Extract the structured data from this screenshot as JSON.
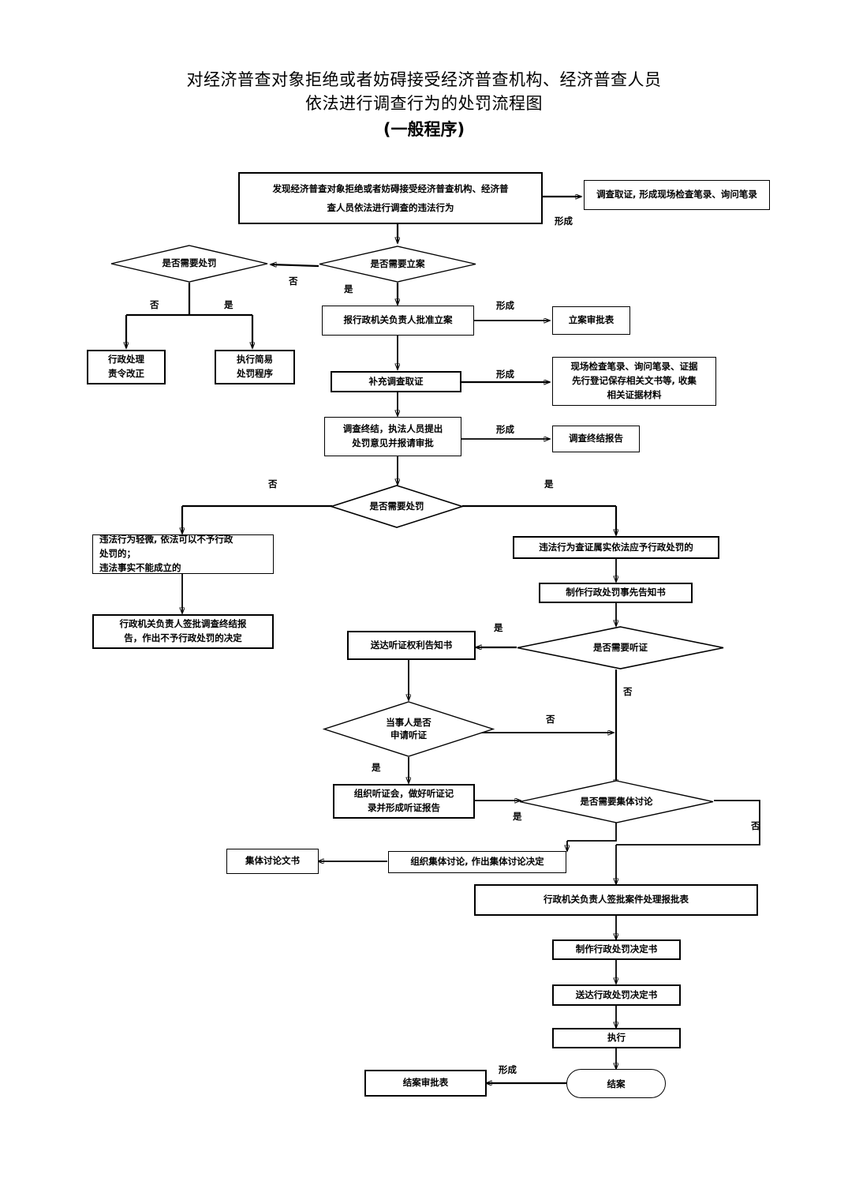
{
  "title": {
    "line1": "对经济普查对象拒绝或者妨碍接受经济普查机构、经济普查人员",
    "line2": "依法进行调查行为的处罚流程图",
    "line3": "(一般程序)"
  },
  "chart_data": {
    "type": "diagram",
    "diagram_kind": "flowchart",
    "title": "对经济普查对象拒绝或者妨碍接受经济普查机构、经济普查人员依法进行调查行为的处罚流程图（一般程序）",
    "orientation": "top-to-bottom"
  },
  "nodes": {
    "start_violation": "发现经济普查对象拒绝或者妨碍接受经济普查机构、经济普\n查人员依法进行调查的违法行为",
    "investigate_evidence": "调查取证, 形成现场检查笔录、询问笔录",
    "need_punish_1": "是否需要处罚",
    "need_filing": "是否需要立案",
    "admin_handle_correct": "行政处理\n责令改正",
    "simple_procedure": "执行简易\n处罚程序",
    "report_approve_filing": "报行政机关负责人批准立案",
    "filing_approval_form": "立案审批表",
    "supplement_investigation": "补充调查取证",
    "evidence_docs": "现场检查笔录、询问笔录、证据\n先行登记保存相关文书等, 收集\n相关证据材料",
    "investigation_end": "调查终结，执法人员提出\n处罚意见并报请审批",
    "investigation_end_report": "调查终结报告",
    "need_punish_2": "是否需要处罚",
    "minor_violation": "违法行为轻微, 依法可以不予行政\n处罚的；\n违法事实不能成立的",
    "no_punish_decision": "行政机关负责人签批调查终结报\n告，作出不予行政处罚的决定",
    "violation_confirmed": "违法行为查证属实依法应予行政处罚的",
    "make_prior_notice": "制作行政处罚事先告知书",
    "deliver_hearing_notice": "送达听证权利告知书",
    "need_hearing": "是否需要听证",
    "party_apply_hearing": "当事人是否\n申请听证",
    "organize_hearing": "组织听证会，做好听证记\n录并形成听证报告",
    "need_collective_discussion": "是否需要集体讨论",
    "organize_collective_discussion": "组织集体讨论, 作出集体讨论决定",
    "collective_discussion_doc": "集体讨论文书",
    "sign_case_form": "行政机关负责人签批案件处理报批表",
    "make_punish_decision": "制作行政处罚决定书",
    "deliver_punish_decision": "送达行政处罚决定书",
    "execute": "执行",
    "case_closed": "结案",
    "case_closing_form": "结案审批表"
  },
  "edge_labels": {
    "form_1": "形成",
    "form_2": "形成",
    "form_3": "形成",
    "form_4": "形成",
    "form_5": "形成",
    "no_filing": "否",
    "yes_filing": "是",
    "no_punish1": "否",
    "yes_punish1": "是",
    "no_punish2": "否",
    "yes_punish2": "是",
    "yes_hearing": "是",
    "no_hearing": "否",
    "no_apply_hearing": "否",
    "yes_apply_hearing": "是",
    "yes_collective": "是",
    "no_collective": "否"
  },
  "colors": {
    "stroke": "#000000",
    "background": "#ffffff",
    "text": "#000000"
  }
}
